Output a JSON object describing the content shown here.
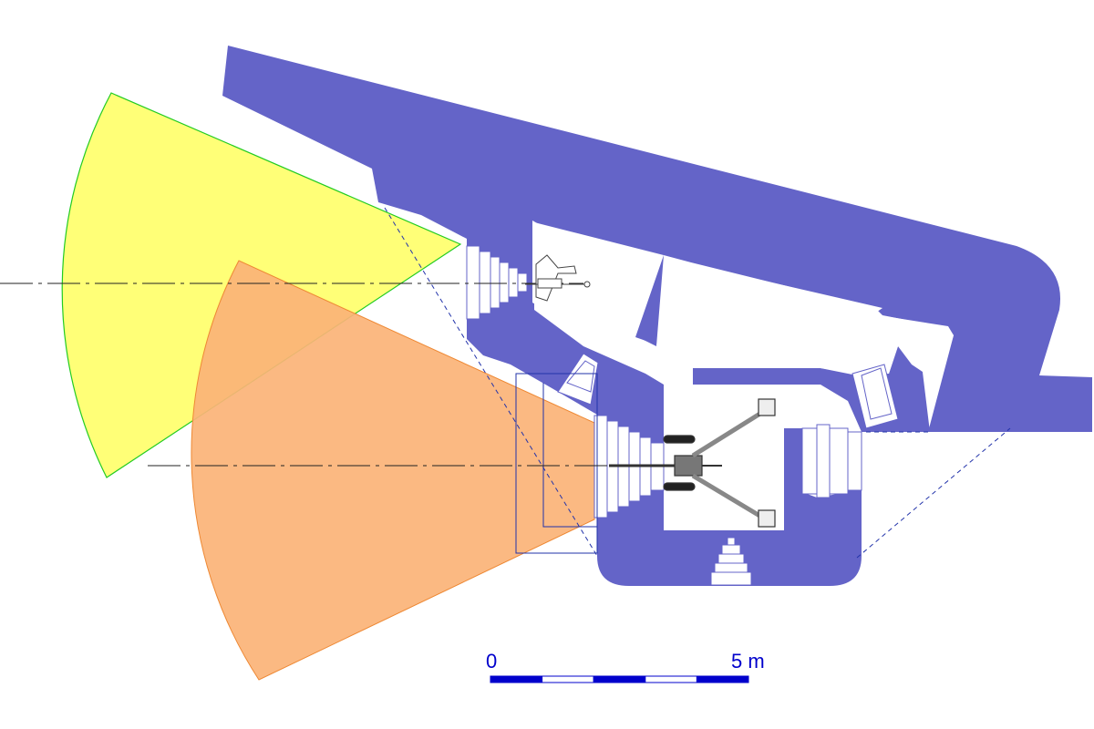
{
  "scale_bar": {
    "start_label": "0",
    "end_label": "5 m",
    "segments": 5,
    "color": "#0000cc"
  },
  "colors": {
    "concrete": "#6464c8",
    "field_of_fire_upper": "#ffff77",
    "field_of_fire_upper_outline": "#22cc22",
    "field_of_fire_lower": "#fbb377",
    "field_of_fire_lower_outline": "#ee8833",
    "outline": "#2233aa",
    "axis_line": "#222222"
  },
  "weapons": [
    {
      "name": "machine-gun",
      "icon": "machine-gun-icon"
    },
    {
      "name": "field-gun",
      "icon": "field-gun-icon"
    }
  ]
}
